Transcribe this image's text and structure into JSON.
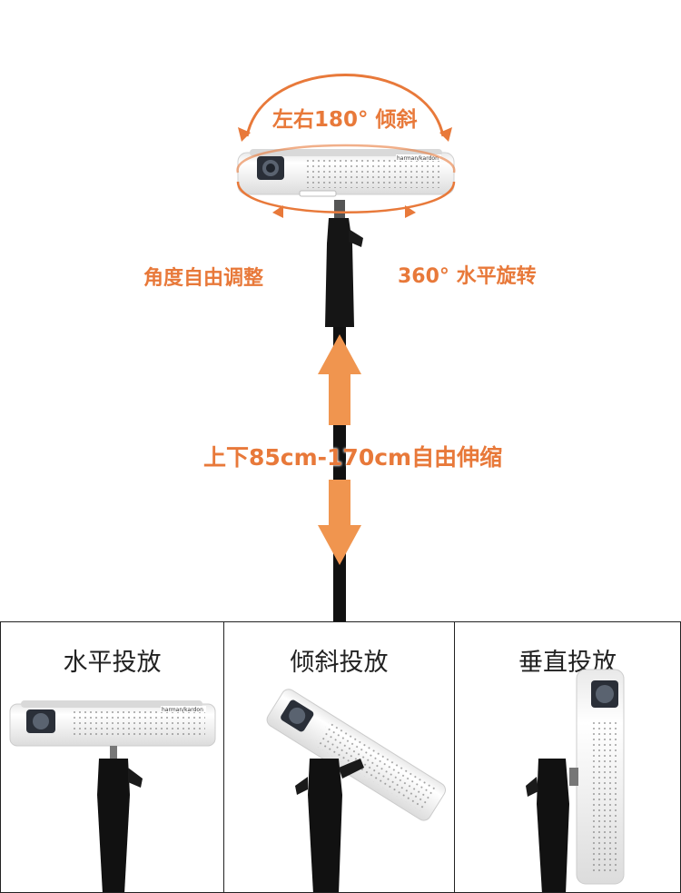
{
  "top": {
    "tilt_label": "左右180° 倾斜",
    "angle_label": "角度自由调整",
    "rotate_label": "360° 水平旋转",
    "height_label": "上下85cm-170cm自由伸缩",
    "brand_text": "harman/kardon"
  },
  "panels": [
    {
      "title": "水平投放"
    },
    {
      "title": "倾斜投放"
    },
    {
      "title": "垂直投放"
    }
  ],
  "colors": {
    "accent": "#e8793a",
    "projector_body": "#f4f4f4",
    "stand": "#111111",
    "border": "#222222"
  }
}
